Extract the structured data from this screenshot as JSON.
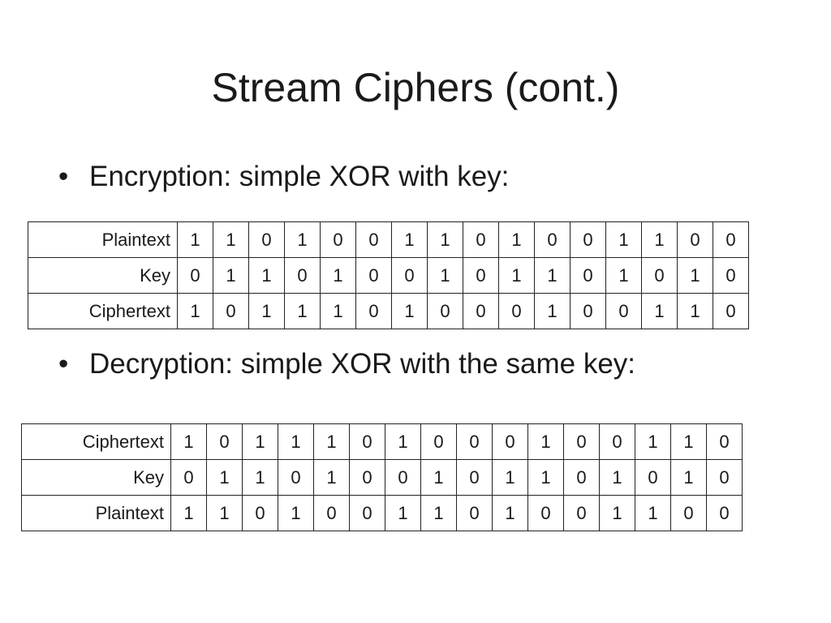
{
  "slide": {
    "title": "Stream Ciphers (cont.)"
  },
  "bullets": [
    {
      "marker": "•",
      "text": "Encryption: simple XOR with key:"
    },
    {
      "marker": "•",
      "text": "Decryption: simple XOR with the same key:"
    }
  ],
  "encryption_table": {
    "rows": [
      {
        "label": "Plaintext",
        "bits": [
          "1",
          "1",
          "0",
          "1",
          "0",
          "0",
          "1",
          "1",
          "0",
          "1",
          "0",
          "0",
          "1",
          "1",
          "0",
          "0"
        ]
      },
      {
        "label": "Key",
        "bits": [
          "0",
          "1",
          "1",
          "0",
          "1",
          "0",
          "0",
          "1",
          "0",
          "1",
          "1",
          "0",
          "1",
          "0",
          "1",
          "0"
        ]
      },
      {
        "label": "Ciphertext",
        "bits": [
          "1",
          "0",
          "1",
          "1",
          "1",
          "0",
          "1",
          "0",
          "0",
          "0",
          "1",
          "0",
          "0",
          "1",
          "1",
          "0"
        ]
      }
    ]
  },
  "decryption_table": {
    "rows": [
      {
        "label": "Ciphertext",
        "bits": [
          "1",
          "0",
          "1",
          "1",
          "1",
          "0",
          "1",
          "0",
          "0",
          "0",
          "1",
          "0",
          "0",
          "1",
          "1",
          "0"
        ]
      },
      {
        "label": "Key",
        "bits": [
          "0",
          "1",
          "1",
          "0",
          "1",
          "0",
          "0",
          "1",
          "0",
          "1",
          "1",
          "0",
          "1",
          "0",
          "1",
          "0"
        ]
      },
      {
        "label": "Plaintext",
        "bits": [
          "1",
          "1",
          "0",
          "1",
          "0",
          "0",
          "1",
          "1",
          "0",
          "1",
          "0",
          "0",
          "1",
          "1",
          "0",
          "0"
        ]
      }
    ]
  }
}
